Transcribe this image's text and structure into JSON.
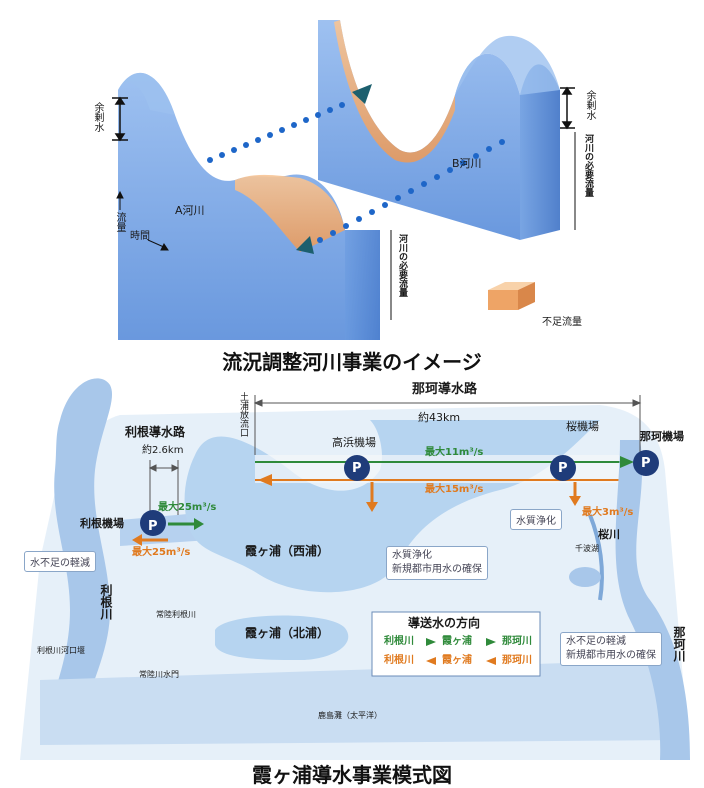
{
  "top": {
    "caption": "流況調整河川事業のイメージ",
    "river_a": "A河川",
    "river_b": "B河川",
    "surplus_left": "余剰水",
    "surplus_right": "余剰水",
    "required_left": "河川の必要流量",
    "required_right": "河川の必要流量",
    "flow_axis": "流量",
    "time_axis": "時間",
    "legend_shortage": "不足流量"
  },
  "bottom": {
    "caption": "霞ヶ浦導水事業模式図",
    "naka_channel": "那珂導水路",
    "naka_length": "約43km",
    "tone_channel": "利根導水路",
    "tone_length": "約2.6km",
    "tsuchiura_outlet": "土浦放流口",
    "takahama_station": "高浜機場",
    "sakura_station": "桜機場",
    "naka_station": "那珂機場",
    "tone_station": "利根機場",
    "green_11": "最大11m³/s",
    "orange_15": "最大15m³/s",
    "green_25": "最大25m³/s",
    "orange_25": "最大25m³/s",
    "orange_3": "最大3m³/s",
    "pump_label": "P",
    "water_purif_small": "水質浄化",
    "senba_lake": "千波湖",
    "sakura_river": "桜川",
    "nishiura": "霞ヶ浦（西浦）",
    "kitaura": "霞ヶ浦（北浦）",
    "nishiura_note_1": "水質浄化",
    "nishiura_note_2": "新規都市用水の確保",
    "tone_note": "水不足の軽減",
    "naka_note_1": "水不足の軽減",
    "naka_note_2": "新規都市用水の確保",
    "tone_river": "利根川",
    "naka_river": "那珂川",
    "hitachi_tone": "常陸利根川",
    "tone_estuary_weir": "利根川河口堰",
    "hitachi_gate": "常陸川水門",
    "kashimanada": "鹿島灘（太平洋）",
    "direction_title": "導送水の方向",
    "dir_row1": [
      "利根川",
      "霞ヶ浦",
      "那珂川"
    ],
    "dir_row2": [
      "利根川",
      "霞ヶ浦",
      "那珂川"
    ]
  },
  "colors": {
    "water": "#bcd6ee",
    "water_dark": "#7ea8d8",
    "box_blue": "#6f9fe0",
    "shortage": "#f1b27a",
    "green": "#2f8a3a",
    "orange": "#e07a1f",
    "pump": "#1f3c7a",
    "dots": "#1e66c8"
  }
}
